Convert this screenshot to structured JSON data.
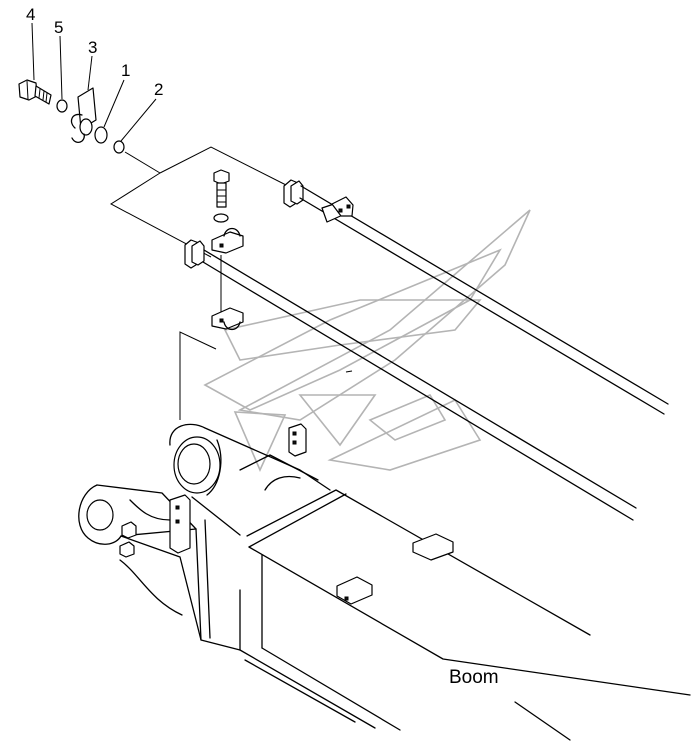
{
  "callouts": [
    {
      "number": "4"
    },
    {
      "number": "5"
    },
    {
      "number": "3"
    },
    {
      "number": "1"
    },
    {
      "number": "2"
    }
  ],
  "labels": {
    "boom": "Boom"
  },
  "colors": {
    "line": "#000000",
    "watermark": "#b4b4b4",
    "background": "#ffffff"
  }
}
